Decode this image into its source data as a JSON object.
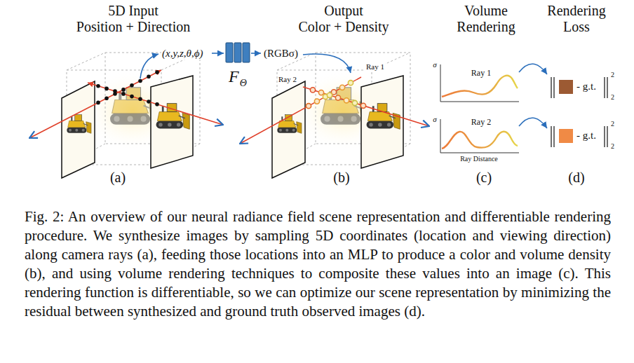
{
  "diagram": {
    "caption": "Fig. 2: An overview of our neural radiance field scene representation and differentiable rendering procedure. We synthesize images by sampling 5D coordinates (location and viewing direction) along camera rays (a), feeding those locations into an MLP to produce a color and volume density (b), and using volume rendering techniques to composite these values into an image (c). This rendering function is differentiable, so we can optimize our scene representation by minimizing the residual between synthesized and ground truth observed images (d).",
    "nodes": [
      {
        "text": [
          "F",
          "Θ"
        ]
      }
    ],
    "labels": [
      "5D Input",
      "Position + Direction",
      "Output",
      "Color + Density",
      "Volume",
      "Rendering",
      "Rendering",
      "Loss",
      "(x,y,z,θ,ϕ)",
      "(RGBσ)",
      "Ray 2",
      "Ray 1",
      "σ",
      "Ray 1",
      "σ",
      "Ray 2",
      "Ray Distance",
      "- g.t.",
      "2",
      "2",
      "- g.t.",
      "2",
      "2",
      "(a)",
      "(b)",
      "(c)",
      "(d)"
    ]
  }
}
